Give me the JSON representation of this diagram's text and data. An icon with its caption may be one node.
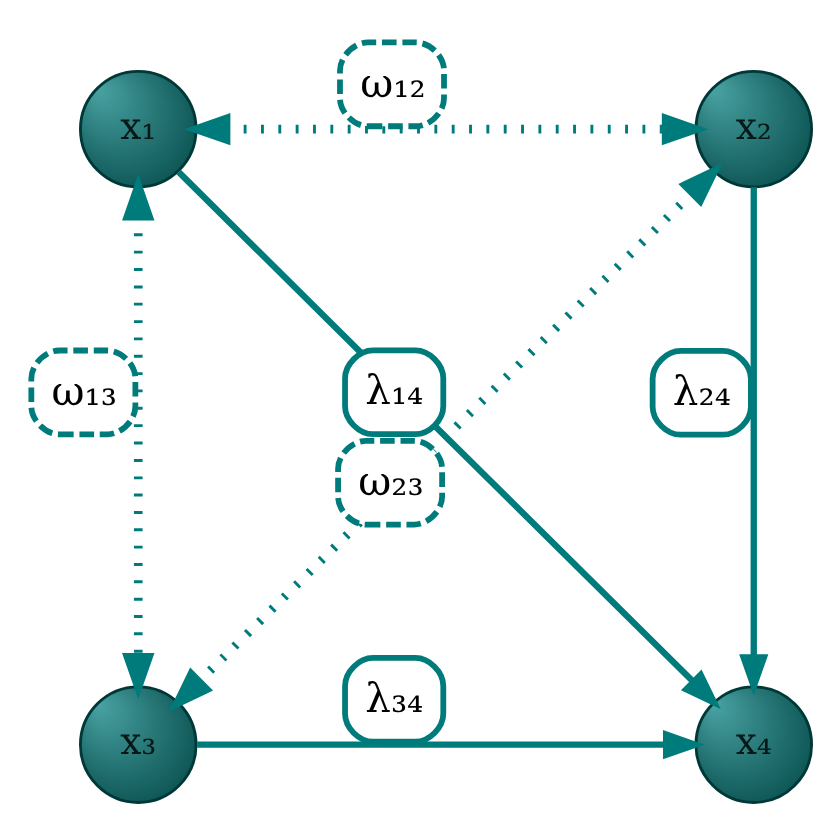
{
  "diagram": {
    "nodes": [
      {
        "text": [
          "x₁"
        ]
      },
      {
        "text": [
          "x₂"
        ]
      },
      {
        "text": [
          "x₃"
        ]
      },
      {
        "text": [
          "x₄"
        ]
      }
    ],
    "edges": [
      {
        "from": 0,
        "to": 1,
        "arrow": "both",
        "label": "ω₁₂",
        "style": "dashed"
      },
      {
        "from": 0,
        "to": 3,
        "arrow": "to",
        "label": "λ₁₄"
      },
      {
        "from": 1,
        "to": 3,
        "arrow": "to",
        "label": "λ₂₄"
      },
      {
        "from": 1,
        "to": 2,
        "arrow": "both",
        "label": "ω₂₃",
        "style": "dashed"
      },
      {
        "from": 0,
        "to": 2,
        "arrow": "both",
        "label": "ω₁₃",
        "style": "dashed"
      },
      {
        "from": 2,
        "to": 3,
        "arrow": "to",
        "label": "λ₃₄"
      }
    ]
  }
}
